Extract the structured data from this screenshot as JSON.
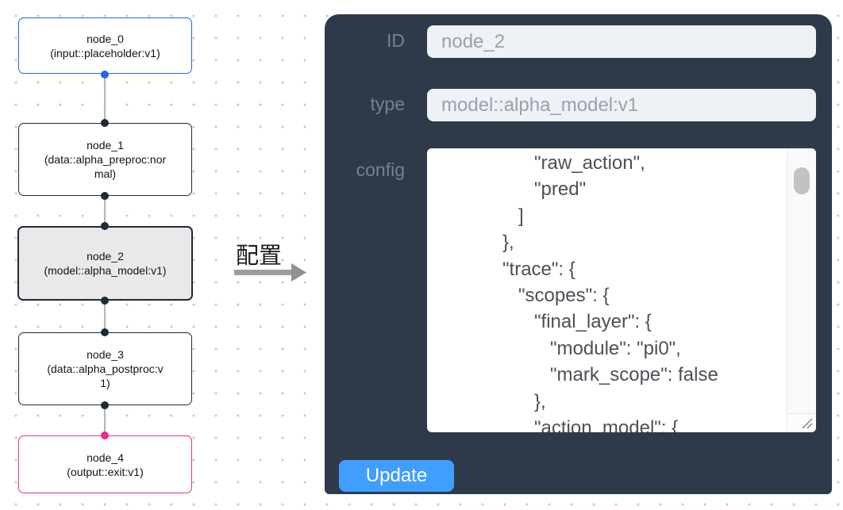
{
  "canvas": {
    "nodes": [
      {
        "title": "node_0",
        "subtitle": "(input::placeholder:v1)",
        "kind": "input",
        "border_color": "#2563eb",
        "selected": false
      },
      {
        "title": "node_1",
        "subtitle": "(data::alpha_preproc:normal)",
        "kind": "data",
        "border_color": "#1f2937",
        "selected": false
      },
      {
        "title": "node_2",
        "subtitle": "(model::alpha_model:v1)",
        "kind": "model",
        "border_color": "#1f2937",
        "selected": true
      },
      {
        "title": "node_3",
        "subtitle": "(data::alpha_postproc:v1)",
        "kind": "data",
        "border_color": "#1f2937",
        "selected": false
      },
      {
        "title": "node_4",
        "subtitle": "(output::exit:v1)",
        "kind": "output",
        "border_color": "#ed2b88",
        "selected": false
      }
    ],
    "handle_colors": {
      "input": "#2563eb",
      "default": "#1f2937",
      "output": "#ed2b88"
    }
  },
  "arrow": {
    "label": "配置",
    "color": "#9c9da1"
  },
  "panel": {
    "background": "#2e3a4a",
    "id_label": "ID",
    "id_value": "node_2",
    "type_label": "type",
    "type_value": "model::alpha_model:v1",
    "config_label": "config",
    "config_lines": [
      "                  \"raw_action\",",
      "                  \"pred\"",
      "               ]",
      "            },",
      "            \"trace\": {",
      "               \"scopes\": {",
      "                  \"final_layer\": {",
      "                     \"module\": \"pi0\",",
      "                     \"mark_scope\": false",
      "                  },",
      "                  \"action_model\": {"
    ],
    "update_label": "Update",
    "update_color": "#409eff"
  }
}
